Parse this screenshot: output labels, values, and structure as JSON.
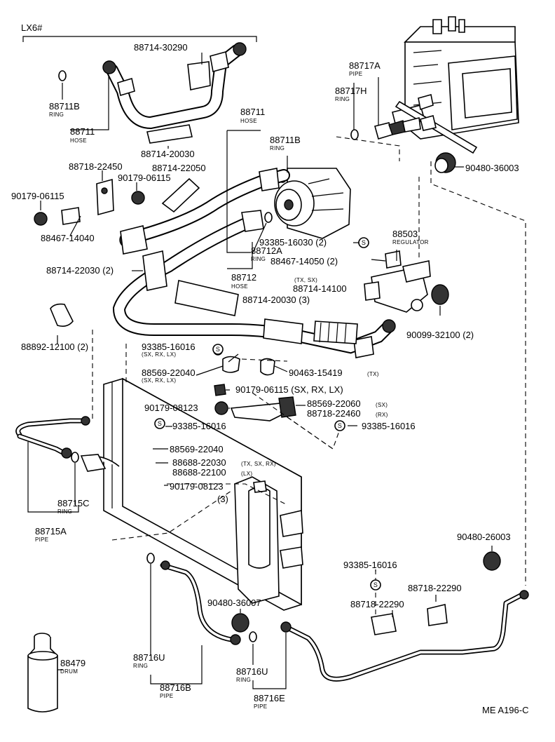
{
  "variant_label": "LX6#",
  "figure_code": "ME A196-C",
  "labels": {
    "p88714_30290": "88714-30290",
    "p88711B_a": "88711B",
    "p88711B_a_sub": "RING",
    "p88711_a": "88711",
    "p88711_a_sub": "HOSE",
    "p88714_20030_a": "88714-20030",
    "p88718_22450": "88718-22450",
    "p88714_22050": "88714-22050",
    "p90179_06115_a": "90179-06115",
    "p90179_06115_b": "90179-06115",
    "p88467_14040": "88467-14040",
    "p88714_22030": "88714-22030 (2)",
    "p88892_12100": "88892-12100 (2)",
    "p88711_b": "88711",
    "p88711_b_sub": "HOSE",
    "p88711B_b": "88711B",
    "p88711B_b_sub": "RING",
    "p93385_16030": "93385-16030 (2)",
    "p88467_14050": "88467-14050 (2)",
    "p88712A": "88712A",
    "p88712A_sub": "RING",
    "p88712": "88712",
    "p88712_sub": "HOSE",
    "p88503": "88503",
    "p88503_sub": "REGULATOR",
    "p88714_14100_note": "(TX, SX)",
    "p88714_14100": "88714-14100",
    "p88714_20030_b": "88714-20030 (3)",
    "p90099_32100": "90099-32100 (2)",
    "p88717A": "88717A",
    "p88717A_sub": "PIPE",
    "p88717H": "88717H",
    "p88717H_sub": "RING",
    "p90480_36003": "90480-36003",
    "p93385_16016_a": "93385-16016",
    "p93385_16016_a_note": "(SX, RX, LX)",
    "p88569_22040_a": "88569-22040",
    "p88569_22040_a_note": "(SX, RX, LX)",
    "p90463_15419": "90463-15419",
    "p90463_15419_note": "(TX)",
    "p90179_06115_c": "90179-06115 (SX, RX, LX)",
    "p90179_08123_a": "90179-08123",
    "p88569_22060": "88569-22060",
    "p88569_22060_note": "(SX)",
    "p88718_22460": "88718-22460",
    "p88718_22460_note": "(RX)",
    "p93385_16016_b": "93385-16016",
    "p93385_16016_c": "93385-16016",
    "p88569_22040_b": "88569-22040",
    "p88688_22030": "88688-22030",
    "p88688_22030_note": "(TX, SX, RX)",
    "p88688_22100": "88688-22100",
    "p88688_22100_note": "(LX)",
    "p90179_08123_b": "90179-08123",
    "p90179_08123_b_qty": "(3)",
    "p88715C": "88715C",
    "p88715C_sub": "RING",
    "p88715A": "88715A",
    "p88715A_sub": "PIPE",
    "p90480_26003": "90480-26003",
    "p93385_16016_d": "93385-16016",
    "p88718_22290_a": "88718-22290",
    "p88718_22290_b": "88718-22290",
    "p90480_36007": "90480-36007",
    "p88479": "88479",
    "p88479_sub": "DRUM",
    "p88716U_a": "88716U",
    "p88716U_a_sub": "RING",
    "p88716B": "88716B",
    "p88716B_sub": "PIPE",
    "p88716U_b": "88716U",
    "p88716U_b_sub": "RING",
    "p88716E": "88716E",
    "p88716E_sub": "PIPE"
  }
}
